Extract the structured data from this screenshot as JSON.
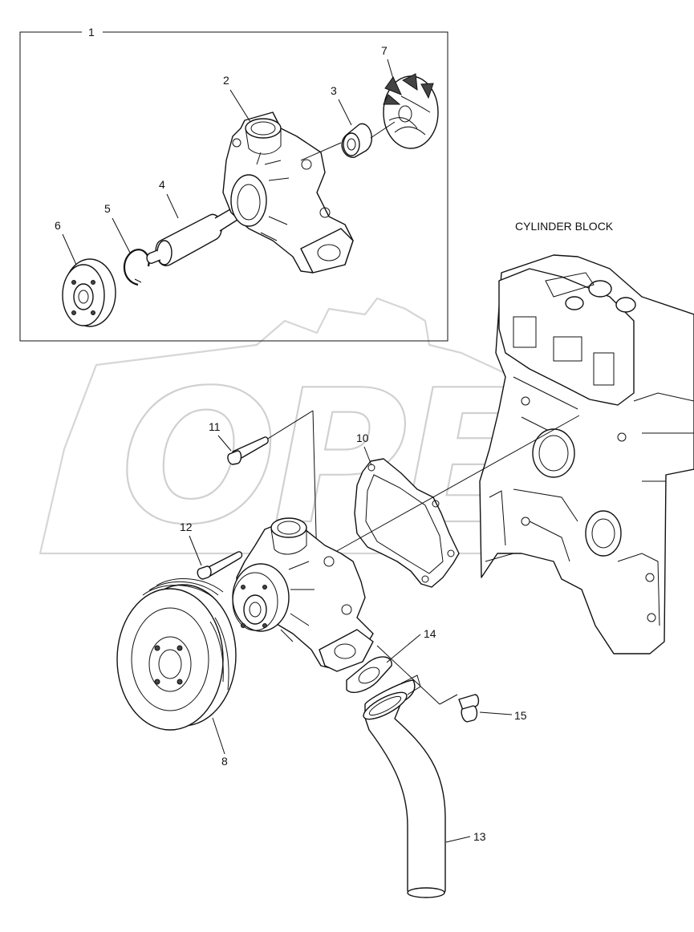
{
  "watermark": "OPEX",
  "block_label": "CYLINDER BLOCK",
  "callouts": {
    "c1": "1",
    "c2": "2",
    "c3": "3",
    "c4": "4",
    "c5": "5",
    "c6": "6",
    "c7": "7",
    "c8": "8",
    "c10": "10",
    "c11": "11",
    "c12": "12",
    "c13": "13",
    "c14": "14",
    "c15": "15"
  },
  "icons": [
    "water-pump-housing",
    "impeller",
    "seal",
    "bearing-shaft",
    "snap-ring",
    "hub",
    "pulley",
    "bolt",
    "gasket",
    "coolant-pipe",
    "cylinder-block"
  ]
}
